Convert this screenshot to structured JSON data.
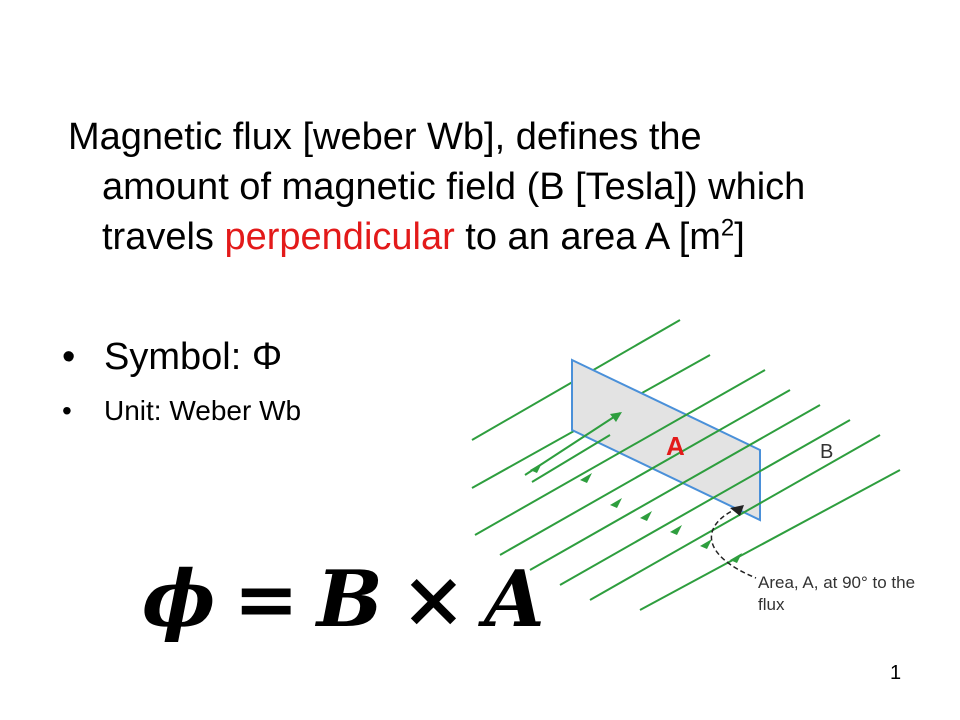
{
  "intro": {
    "part1": "Magnetic flux [weber Wb], defines the",
    "part2": "amount of magnetic field (B [Tesla]) which",
    "part3": "travels ",
    "highlight": "perpendicular",
    "part4": " to an area A [m",
    "sup": "2",
    "part5": "]"
  },
  "bullets": {
    "bullet_glyph": "•",
    "symbol": "Symbol: Φ",
    "unit": "Unit: Weber Wb"
  },
  "formula": {
    "phi": "ϕ",
    "equals": "=",
    "b": "B",
    "times": "×",
    "a": "A"
  },
  "diagram": {
    "area_label": "A",
    "field_label": "B",
    "caption_line1": "Area, A, at 90° to the",
    "caption_line2": "flux",
    "colors": {
      "field_lines": "#2e9e3e",
      "plane_fill": "#e3e3e3",
      "plane_edge": "#4a90d9",
      "area_label": "#e31a1a"
    }
  },
  "page_number": "1"
}
